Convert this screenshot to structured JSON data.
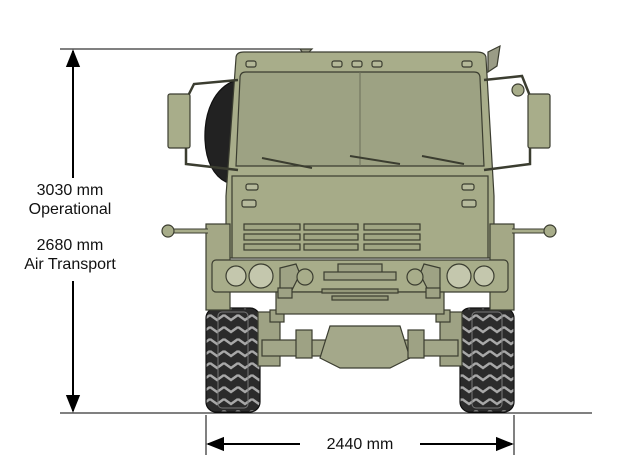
{
  "dimensions": {
    "operational_height": "3030 mm",
    "operational_label": "Operational",
    "air_transport_height": "2680 mm",
    "air_transport_label": "Air Transport",
    "width": "2440 mm"
  },
  "colors": {
    "body": "#a8ad8a",
    "body_dark": "#8e9374",
    "outline": "#3b3d30",
    "tire": "#2b2b2b",
    "tire_light": "#9a9a9a",
    "dimension_line": "#000000"
  }
}
